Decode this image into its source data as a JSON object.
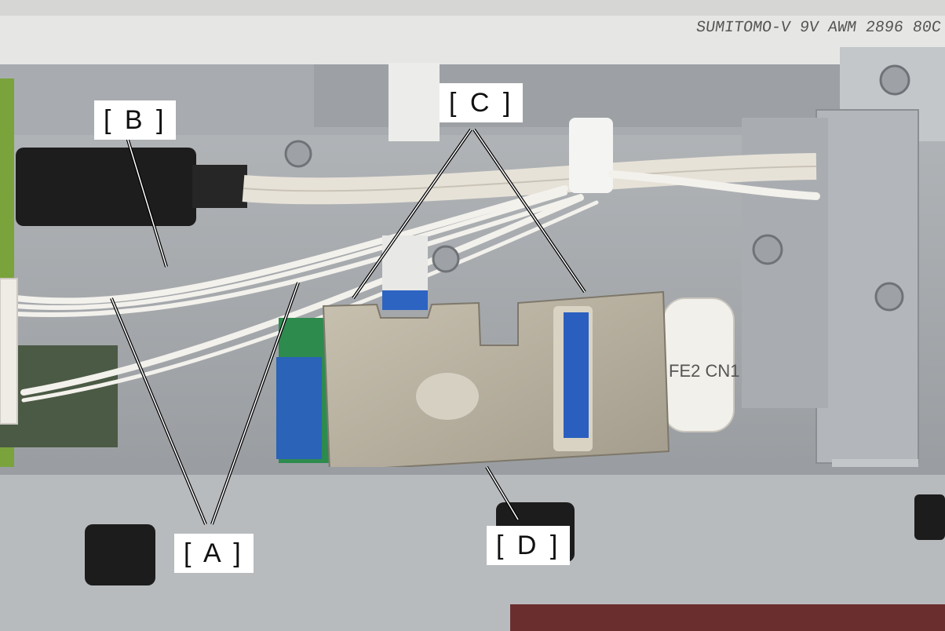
{
  "photo": {
    "cable_print": "SUMITOMO-V 9V AWM 2896 80C",
    "ffc_print": "FE2 CN1"
  },
  "callouts": {
    "a": "[ A ]",
    "b": "[ B ]",
    "c": "[ C ]",
    "d": "[ D ]"
  }
}
